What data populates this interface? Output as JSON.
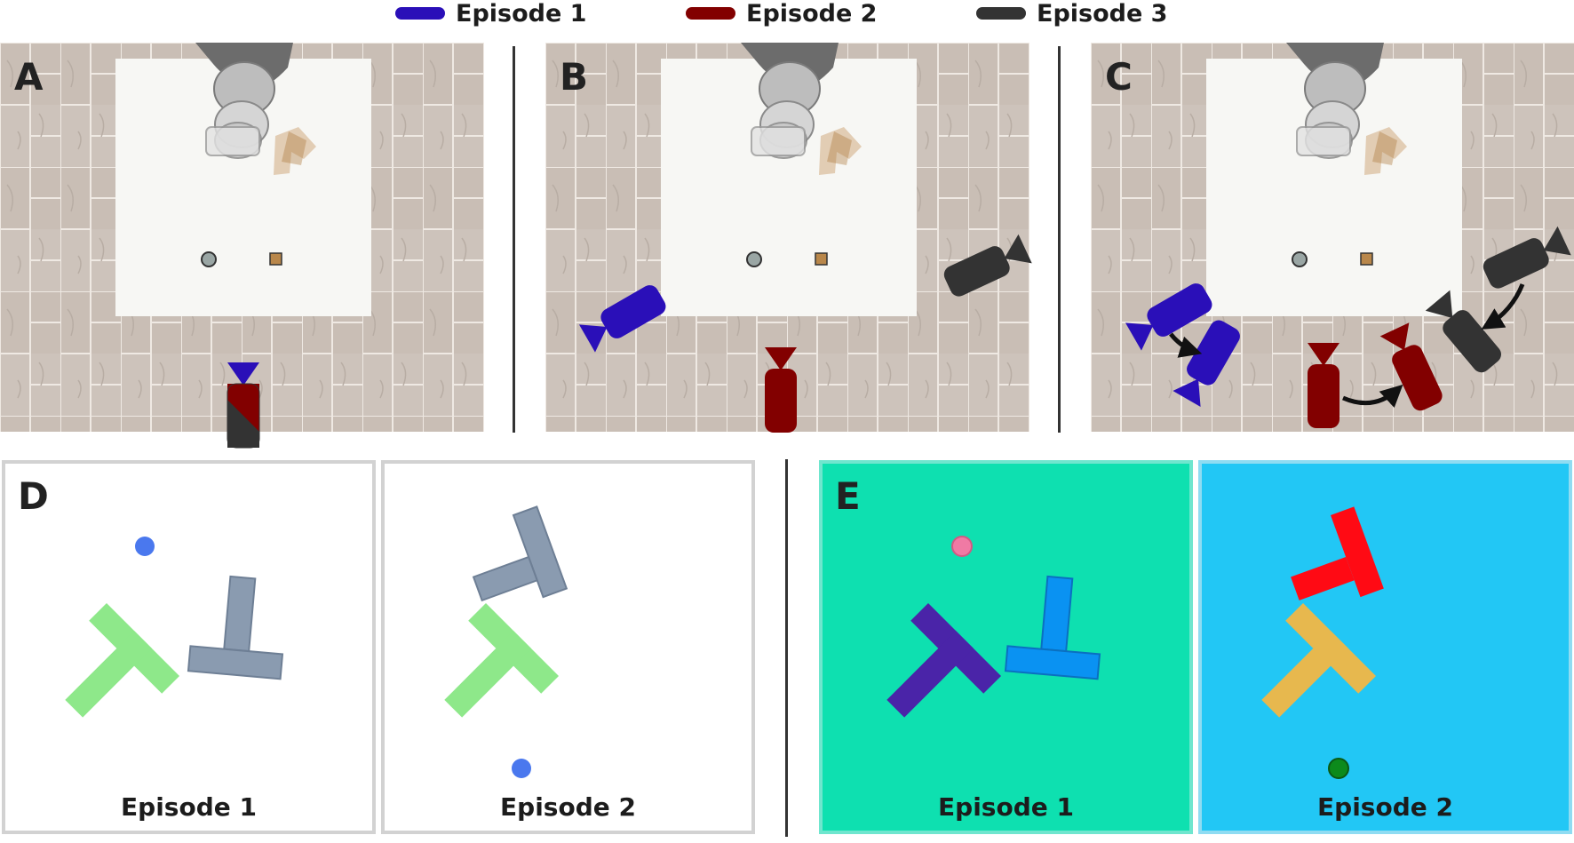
{
  "legend": [
    {
      "label": "Episode 1",
      "color": "#2a0fb8"
    },
    {
      "label": "Episode 2",
      "color": "#820000"
    },
    {
      "label": "Episode 3",
      "color": "#333333"
    }
  ],
  "panels": {
    "A": {
      "label": "A"
    },
    "B": {
      "label": "B"
    },
    "C": {
      "label": "C"
    },
    "D": {
      "label": "D",
      "episodes": [
        "Episode 1",
        "Episode 2"
      ]
    },
    "E": {
      "label": "E",
      "episodes": [
        "Episode 1",
        "Episode 2"
      ]
    }
  },
  "colors": {
    "floor": "#cdc3bb",
    "table": "#f7f7f4",
    "camera_ep1": "#2a0fb8",
    "camera_ep2": "#820000",
    "camera_ep3": "#333333",
    "d_background": "#ffffff",
    "d_target_T": "#8ee88a",
    "d_block_T": "#8a9bb0",
    "d_agent": "#4a78ee",
    "e_bg_ep1": "#0ee0b0",
    "e_bg_ep2": "#22c7f5",
    "e_target_T_ep1": "#4a24a8",
    "e_block_T_ep1": "#0a92f2",
    "e_agent_ep1": "#f07aa4",
    "e_target_T_ep2": "#e7b84e",
    "e_block_T_ep2": "#ff0a14",
    "e_agent_ep2": "#0c8a1c"
  }
}
